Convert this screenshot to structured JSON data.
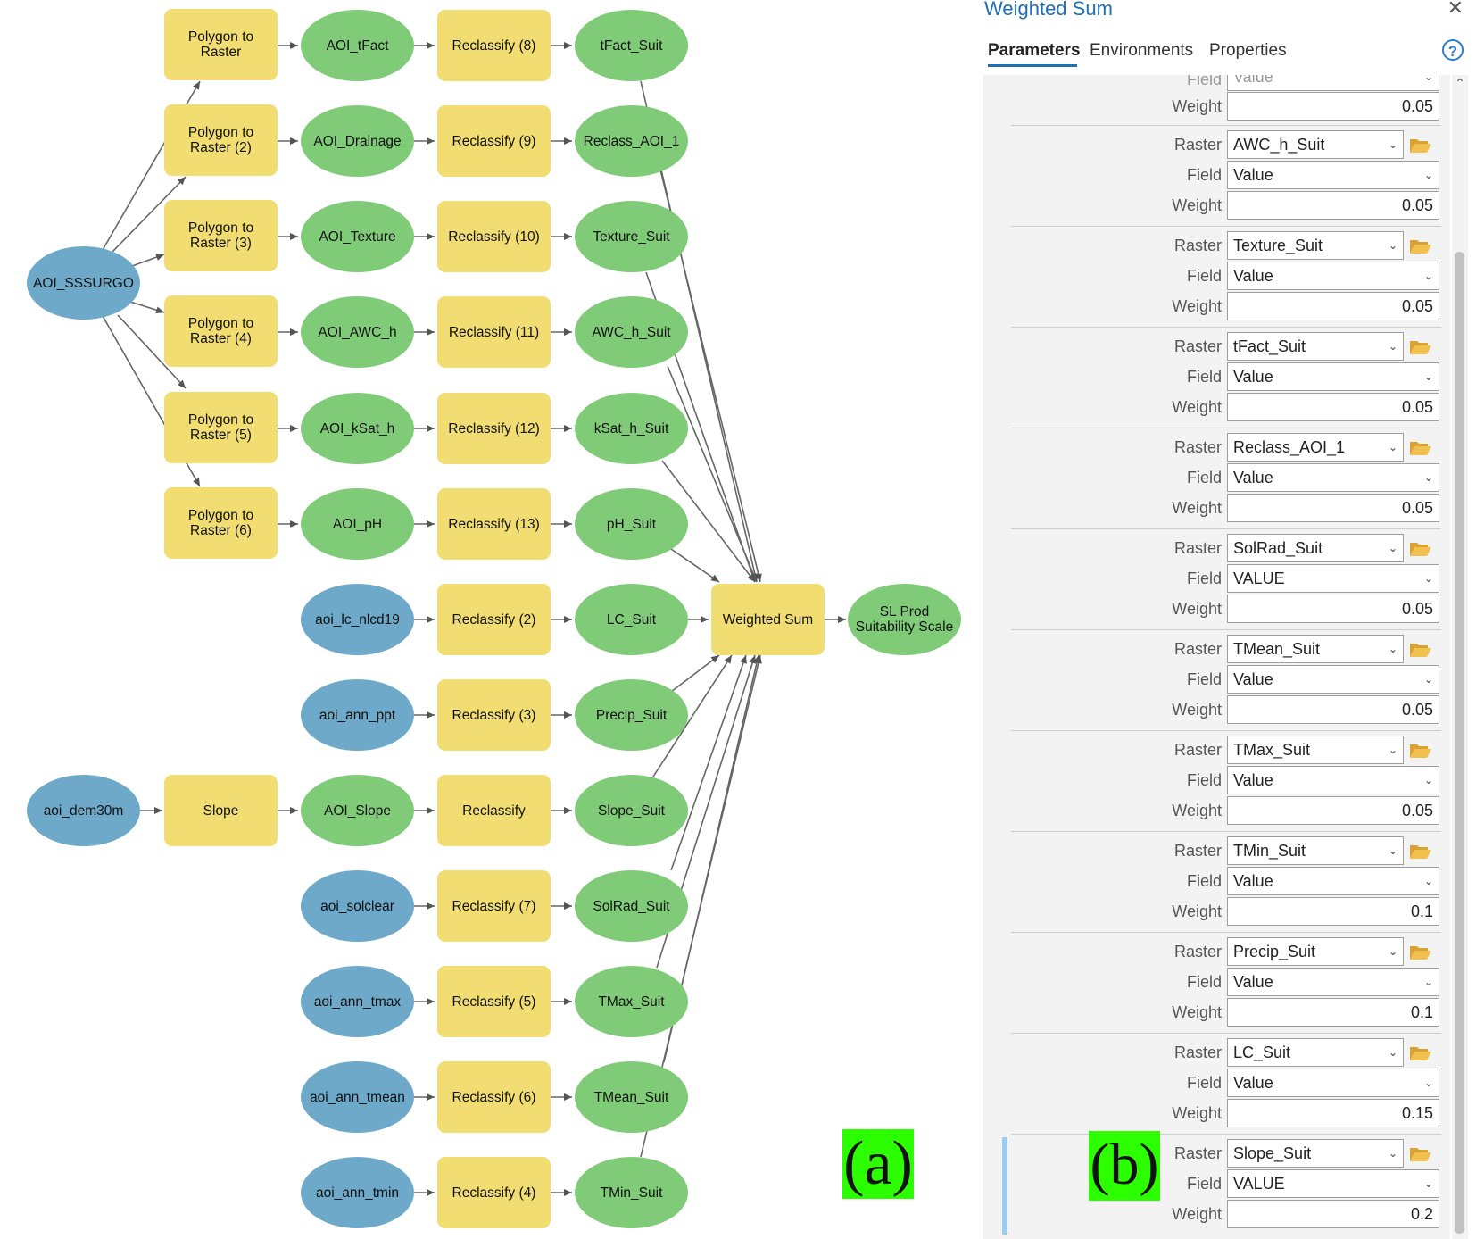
{
  "diagram": {
    "nodes": {
      "n_aoi_sssurgo": "AOI_SSSURGO",
      "n_p2r1": "Polygon to Raster",
      "n_p2r2": "Polygon to Raster (2)",
      "n_p2r3": "Polygon to Raster (3)",
      "n_p2r4": "Polygon to Raster (4)",
      "n_p2r5": "Polygon to Raster (5)",
      "n_p2r6": "Polygon to Raster (6)",
      "n_aoi_tfact": "AOI_tFact",
      "n_aoi_drainage": "AOI_Drainage",
      "n_aoi_texture": "AOI_Texture",
      "n_aoi_awc": "AOI_AWC_h",
      "n_aoi_ksat": "AOI_kSat_h",
      "n_aoi_ph": "AOI_pH",
      "n_re8": "Reclassify (8)",
      "n_re9": "Reclassify (9)",
      "n_re10": "Reclassify (10)",
      "n_re11": "Reclassify (11)",
      "n_re12": "Reclassify (12)",
      "n_re13": "Reclassify (13)",
      "n_tfact_suit": "tFact_Suit",
      "n_reclass_aoi": "Reclass_AOI_1",
      "n_texture_suit": "Texture_Suit",
      "n_awc_suit": "AWC_h_Suit",
      "n_ksat_suit": "kSat_h_Suit",
      "n_ph_suit": "pH_Suit",
      "n_aoi_lc": "aoi_lc_nlcd19",
      "n_re2": "Reclassify (2)",
      "n_lc_suit": "LC_Suit",
      "n_aoi_ppt": "aoi_ann_ppt",
      "n_re3": "Reclassify (3)",
      "n_precip_suit": "Precip_Suit",
      "n_aoi_dem": "aoi_dem30m",
      "n_slope": "Slope",
      "n_aoi_slope": "AOI_Slope",
      "n_re": "Reclassify",
      "n_slope_suit": "Slope_Suit",
      "n_aoi_solclear": "aoi_solclear",
      "n_re7": "Reclassify (7)",
      "n_solrad_suit": "SolRad_Suit",
      "n_aoi_tmax": "aoi_ann_tmax",
      "n_re5": "Reclassify (5)",
      "n_tmax_suit": "TMax_Suit",
      "n_aoi_tmean": "aoi_ann_tmean",
      "n_re6": "Reclassify (6)",
      "n_tmean_suit": "TMean_Suit",
      "n_aoi_tmin": "aoi_ann_tmin",
      "n_re4": "Reclassify (4)",
      "n_tmin_suit": "TMin_Suit",
      "n_weighted_sum": "Weighted Sum",
      "n_sl_prod": "SL Prod Suitability Scale"
    },
    "label_a": "(a)",
    "colors": {
      "tool": "#f1dd72",
      "derived": "#7fcb78",
      "input": "#6ea9c9",
      "label_bg": "#2bff00"
    }
  },
  "pane": {
    "title": "Weighted Sum",
    "close_icon": "close-icon",
    "tabs": [
      "Parameters",
      "Environments",
      "Properties"
    ],
    "help_icon": "help-icon",
    "help_glyph": "?",
    "label_b": "(b)",
    "field_label": "Field",
    "weight_label": "Weight",
    "raster_label": "Raster",
    "partial_field_value": "Value",
    "first_weight": "0.05",
    "rows": [
      {
        "raster": "AWC_h_Suit",
        "field": "Value",
        "weight": "0.05"
      },
      {
        "raster": "Texture_Suit",
        "field": "Value",
        "weight": "0.05"
      },
      {
        "raster": "tFact_Suit",
        "field": "Value",
        "weight": "0.05"
      },
      {
        "raster": "Reclass_AOI_1",
        "field": "Value",
        "weight": "0.05"
      },
      {
        "raster": "SolRad_Suit",
        "field": "VALUE",
        "weight": "0.05"
      },
      {
        "raster": "TMean_Suit",
        "field": "Value",
        "weight": "0.05"
      },
      {
        "raster": "TMax_Suit",
        "field": "Value",
        "weight": "0.05"
      },
      {
        "raster": "TMin_Suit",
        "field": "Value",
        "weight": "0.1"
      },
      {
        "raster": "Precip_Suit",
        "field": "Value",
        "weight": "0.1"
      },
      {
        "raster": "LC_Suit",
        "field": "Value",
        "weight": "0.15"
      },
      {
        "raster": "Slope_Suit",
        "field": "VALUE",
        "weight": "0.2"
      }
    ],
    "colors": {
      "accent": "#1f6fb5",
      "folder": "#e8b640",
      "active_bar": "#9ccbf0"
    }
  }
}
